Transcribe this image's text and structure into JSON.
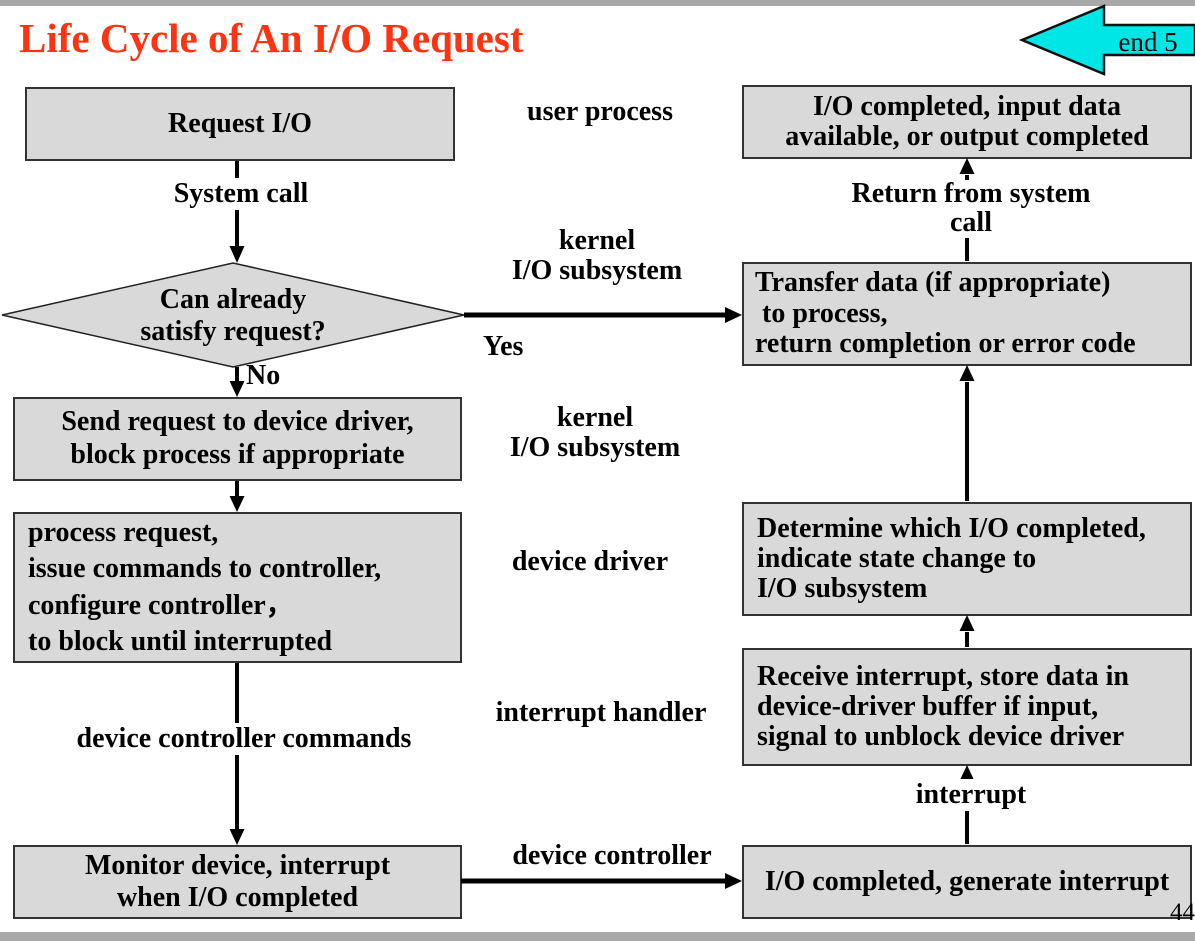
{
  "slide": {
    "title": "Life Cycle of An I/O Request",
    "page_number": "44",
    "nav_tag": "end 5"
  },
  "colors": {
    "title_color": "#ff3311",
    "box_fill": "#d9d9d9",
    "box_border": "#333333",
    "nav_arrow_fill": "#00e6e6",
    "edge_strip": "#a9a9a9",
    "arrow_color": "#000000"
  },
  "left_column": {
    "request_io": "Request I/O",
    "decision": "Can already\nsatisfy request?",
    "send_request": "Send request to device driver,\nblock process if appropriate",
    "process_request": "process request,\nissue commands to controller,\nconfigure controller，\nto block until interrupted",
    "monitor_device": "Monitor device, interrupt\nwhen I/O completed"
  },
  "right_column": {
    "io_completed_top": "I/O completed, input data\navailable, or output completed",
    "transfer_data": "Transfer data (if appropriate)\n to process,\nreturn completion or error code",
    "determine": "Determine which I/O completed,\nindicate state change to\nI/O subsystem",
    "receive_interrupt": "Receive interrupt, store data in\ndevice-driver buffer if input,\nsignal to unblock device driver",
    "io_generate_interrupt": "I/O completed, generate interrupt"
  },
  "labels": {
    "user_process": "user process",
    "system_call": "System call",
    "kernel_io_1": "kernel\nI/O subsystem",
    "kernel_io_2": "kernel\nI/O subsystem",
    "yes": "Yes",
    "no": "No",
    "device_driver": "device driver",
    "interrupt_handler": "interrupt handler",
    "device_controller_commands": "device controller commands",
    "device_controller": "device controller",
    "return_from_system_call": "Return from system\ncall",
    "interrupt": "interrupt"
  }
}
